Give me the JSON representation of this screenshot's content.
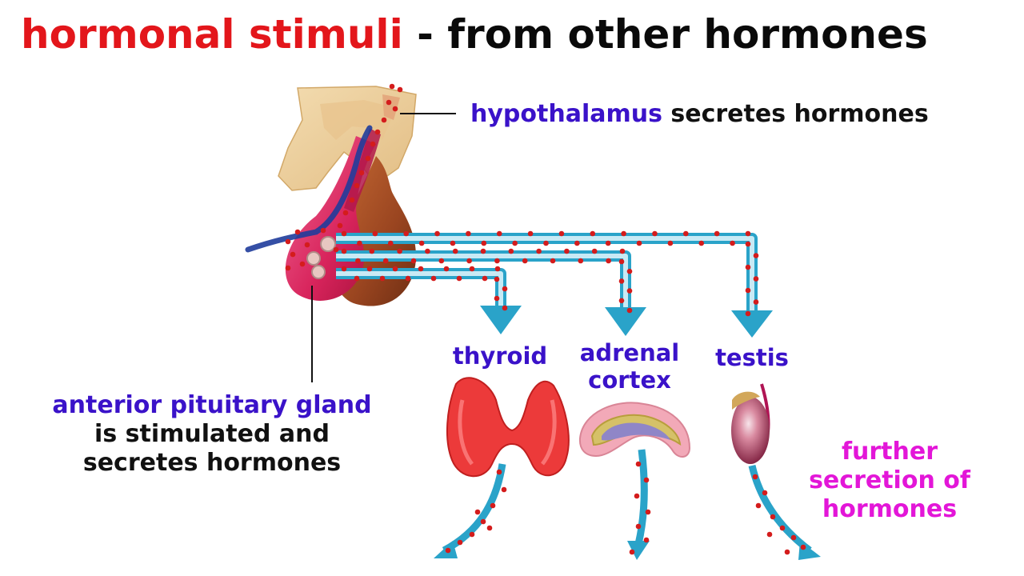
{
  "title": {
    "highlight": "hormonal stimuli",
    "rest": " - from other hormones",
    "highlight_color": "#e3161b",
    "rest_color": "#0a0a0a"
  },
  "labels": {
    "hypothalamus": {
      "term": "hypothalamus",
      "rest": " secretes hormones"
    },
    "pituitary": {
      "term": "anterior pituitary gland",
      "line2": "is stimulated and",
      "line3": "secretes hormones"
    },
    "thyroid": "thyroid",
    "adrenal": {
      "line1": "adrenal",
      "line2": "cortex"
    },
    "testis": "testis",
    "further": {
      "line1": "further",
      "line2": "secretion of",
      "line3": "hormones"
    }
  },
  "colors": {
    "term_blue": "#3a12c9",
    "further_pink": "#e316d8",
    "arrow": "#2aa3c9",
    "dot": "#d41c1c"
  },
  "illustration": {
    "hypothalamus": "hypothalamus-illustration",
    "pituitary": "pituitary-gland-illustration",
    "thyroid": "thyroid-gland-illustration",
    "adrenal": "adrenal-cortex-illustration",
    "testis": "testis-illustration"
  }
}
